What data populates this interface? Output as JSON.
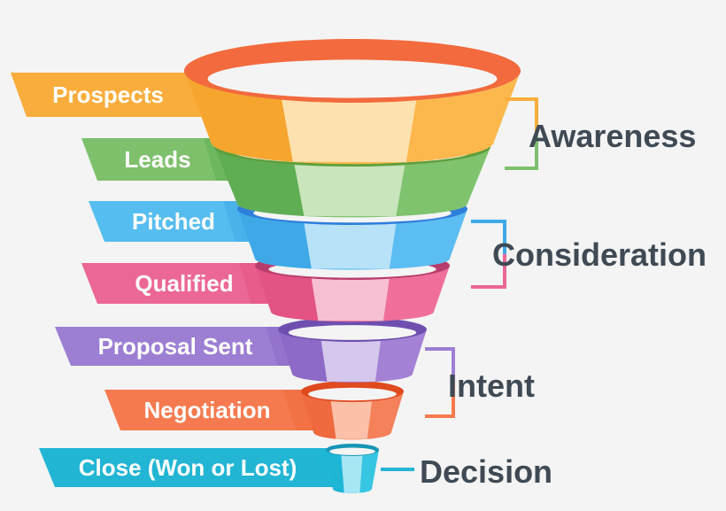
{
  "stages": [
    {
      "label": "Prospects",
      "colors": {
        "dark": "#f6a52f",
        "mid": "#fcb84d",
        "light": "#fde2b0",
        "rim": "#f26a3d",
        "tab": "#f9ad3c"
      }
    },
    {
      "label": "Leads",
      "colors": {
        "dark": "#5fae54",
        "mid": "#7fc36e",
        "light": "#c8e5bb",
        "rim": "#5e9f3c",
        "tab": "#7ec06c"
      }
    },
    {
      "label": "Pitched",
      "colors": {
        "dark": "#3fa9e8",
        "mid": "#5cbdf2",
        "light": "#b8e2f8",
        "rim": "#2e7fdc",
        "tab": "#56bdf0"
      }
    },
    {
      "label": "Qualified",
      "colors": {
        "dark": "#e35384",
        "mid": "#ef6f9a",
        "light": "#f7bfd2",
        "rim": "#b83c6c",
        "tab": "#eb6796"
      }
    },
    {
      "label": "Proposal Sent",
      "colors": {
        "dark": "#8d6ac7",
        "mid": "#a382d5",
        "light": "#d6c7ec",
        "rim": "#6e4fb0",
        "tab": "#9c7ed3"
      }
    },
    {
      "label": "Negotiation",
      "colors": {
        "dark": "#ef6a3e",
        "mid": "#f5815a",
        "light": "#fbc0a8",
        "rim": "#e04a1f",
        "tab": "#f57a4f"
      }
    },
    {
      "label": "Close (Won or Lost)",
      "colors": {
        "dark": "#1fb6d6",
        "mid": "#37c6e2",
        "light": "#a7e7f4",
        "rim": "#1596b4",
        "tab": "#22b5d4"
      }
    }
  ],
  "groups": [
    {
      "label": "Awareness",
      "color": "#f9ad3c",
      "color2": "#7ec06c"
    },
    {
      "label": "Consideration",
      "color": "#3fa9e8",
      "color2": "#eb6796"
    },
    {
      "label": "Intent",
      "color": "#9c7ed3",
      "color2": "#f57a4f"
    },
    {
      "label": "Decision",
      "color": "#22b5d4",
      "color2": "#22b5d4"
    }
  ],
  "colors": {
    "group_text": "#3f4a54",
    "tab_text": "#ffffff",
    "background": "#f4f4f4"
  }
}
